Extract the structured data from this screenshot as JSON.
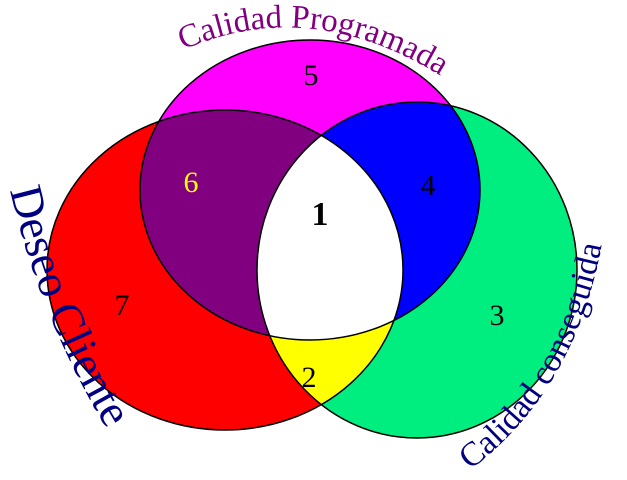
{
  "labels": {
    "top": "Calidad Programada",
    "left": "Deseo Cliente",
    "right": "Calidad conseguida"
  },
  "regions": {
    "center": "1",
    "left_right": "2",
    "right_only": "3",
    "top_right": "4",
    "top_only": "5",
    "top_left": "6",
    "left_only": "7"
  },
  "colors": {
    "top_circle": "#ff00ff",
    "left_circle": "#ff0000",
    "right_circle": "#00ee80",
    "top_left_overlap": "#800080",
    "top_right_overlap": "#0000ff",
    "left_right_overlap": "#ffff00",
    "center": "#ffffff",
    "top_label": "#800080",
    "side_labels": "#000080",
    "region6_text": "#ffff00",
    "default_text": "#000000"
  }
}
